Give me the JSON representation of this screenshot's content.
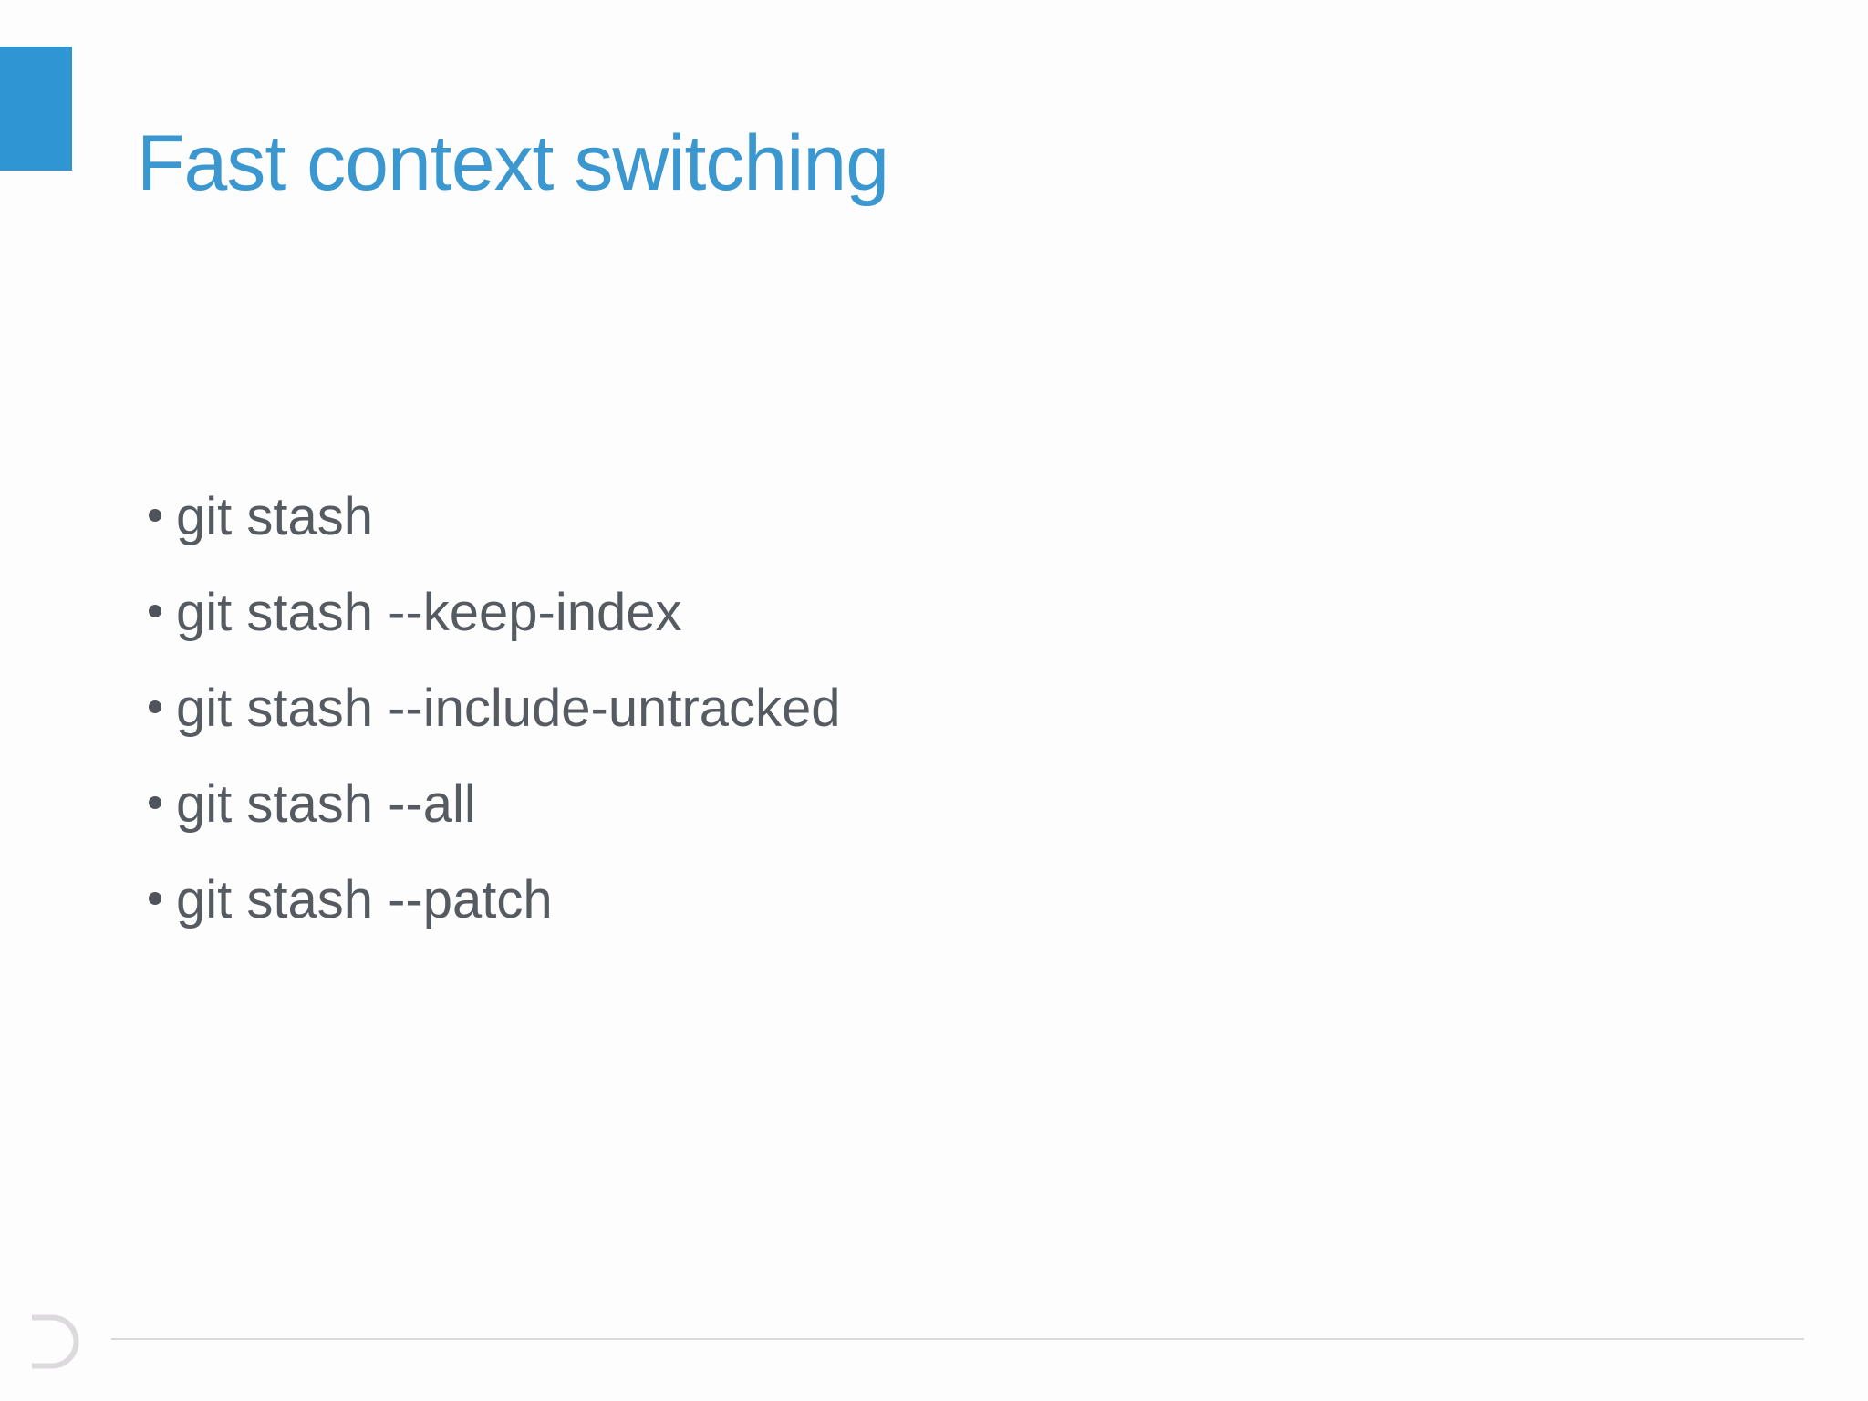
{
  "slide": {
    "title": "Fast context switching",
    "bullets": [
      {
        "text": "git stash"
      },
      {
        "text": "git stash --keep-index"
      },
      {
        "text": "git stash --include-untracked"
      },
      {
        "text": "git stash --all"
      },
      {
        "text": "git stash --patch"
      }
    ],
    "colors": {
      "background": "#fdfdfd",
      "accent": "#2f96d3",
      "title": "#3a97cf",
      "text": "#565b62",
      "bullet_dot": "#4f545b",
      "rule": "#d9d9d9",
      "logo": "#dcdadd"
    },
    "icons": {
      "bullet": "dot-icon",
      "footer_logo": "d-arc-logo-icon"
    }
  }
}
